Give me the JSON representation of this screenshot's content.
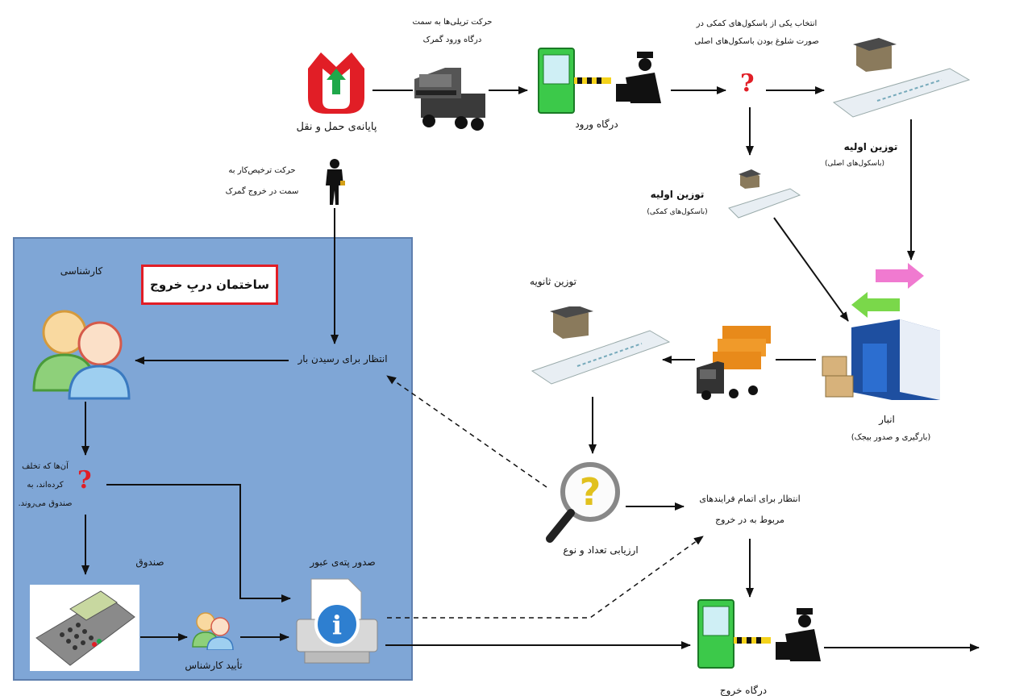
{
  "nodes": {
    "terminal": {
      "label": "پایانه‌ی حمل و نقل"
    },
    "truck_to_gate": {
      "label_line1": "حرکت تریلی‌ها به سمت",
      "label_line2": "درگاه ورود گمرک"
    },
    "entry_gate": {
      "label": "درگاه ورود"
    },
    "choose_scale": {
      "label_line1": "انتخاب یکی از باسکول‌های کمکی در",
      "label_line2": "صورت شلوغ بودن باسکول‌های اصلی"
    },
    "initial_weigh_main": {
      "label": "توزین اولیه",
      "sublabel": "(باسکول‌های اصلی)"
    },
    "initial_weigh_aux": {
      "label": "توزین اولیه",
      "sublabel": "(باسکول‌های کمکی)"
    },
    "broker_move": {
      "label_line1": "حرکت ترخیص‌کار به",
      "label_line2": "سمت در خروج گمرک"
    },
    "warehouse": {
      "label": "انبار",
      "sublabel": "(بارگیری و صدور بیجک)"
    },
    "secondary_weigh": {
      "label": "توزین ثانویه"
    },
    "evaluate": {
      "label": "ارزیابی تعداد و نوع"
    },
    "wait_processes": {
      "label_line1": "انتظار برای اتمام فرایندهای",
      "label_line2": "مربوط به در خروج"
    },
    "exit_gate": {
      "label": "درگاه خروج"
    },
    "exit_building": {
      "title": "ساختمان دربِ خروج"
    },
    "expert": {
      "label": "کارشناسی"
    },
    "wait_cargo": {
      "label": "انتظار برای رسیدن بار"
    },
    "violators": {
      "line1": "آن‌ها که تخلف",
      "line2": "کرده‌اند، به",
      "line3": "صندوق می‌روند."
    },
    "cashier": {
      "label": "صندوق"
    },
    "expert_approval": {
      "label": "تأیید کارشناس"
    },
    "issue_pass": {
      "label": "صدور پته‌ی عبور"
    }
  },
  "colors": {
    "building_bg": "#7fa6d6",
    "title_border": "#e11e26",
    "gate_green": "#3cc94a",
    "terminal_red": "#e11e26",
    "terminal_green": "#1fa84a",
    "arrow": "#111111"
  },
  "icons": {
    "terminal": "transport-terminal-logo-icon",
    "truck": "semi-truck-icon",
    "gate": "guard-booth-barrier-icon",
    "question": "question-mark-icon",
    "scale": "weighbridge-icon",
    "person": "walking-person-icon",
    "warehouse": "warehouse-icon",
    "fleet": "truck-fleet-icon",
    "magnifier": "magnifier-question-icon",
    "users": "users-icon",
    "pos": "card-reader-icon",
    "printer": "printer-info-icon"
  }
}
